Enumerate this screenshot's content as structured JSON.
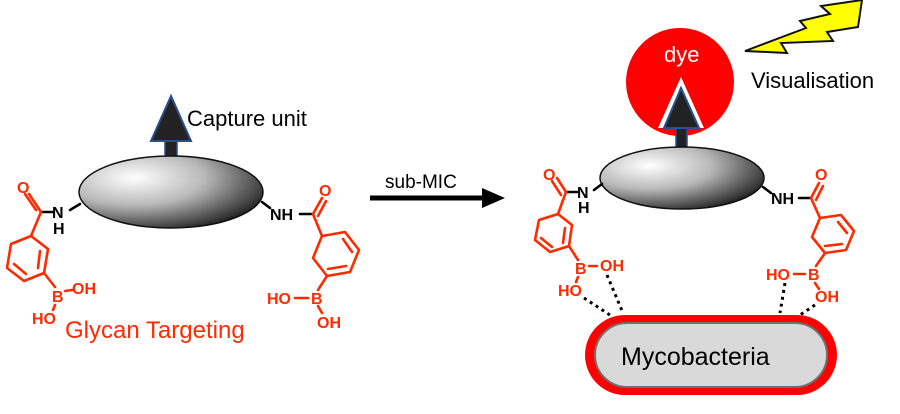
{
  "diagram": {
    "left_panel": {
      "capture_label": "Capture unit",
      "targeting_label": "Glycan Targeting",
      "amide_left": {
        "n": "N",
        "h": "H",
        "o": "O"
      },
      "amide_right": {
        "nh": "NH",
        "o": "O"
      },
      "boronic_left": {
        "b": "B",
        "oh1": "OH",
        "oh2": "HO"
      },
      "boronic_right": {
        "b": "B",
        "oh1": "HO",
        "oh2": "OH"
      }
    },
    "reaction_arrow": {
      "label": "sub-MIC"
    },
    "right_panel": {
      "dye_label": "dye",
      "visualisation_label": "Visualisation",
      "bacteria_label": "Mycobacteria",
      "amide_left": {
        "n": "N",
        "h": "H",
        "o": "O"
      },
      "amide_right": {
        "nh": "NH",
        "o": "O"
      },
      "boronic_left": {
        "b": "B",
        "oh1": "OH",
        "oh2": "HO"
      },
      "boronic_right": {
        "b": "B",
        "oh1": "HO",
        "oh2": "OH"
      }
    },
    "colors": {
      "boronic_acid": "#ff2a00",
      "dye": "#ff0000",
      "lightning": "#ffff00",
      "bacteria_fill": "#d9d9d9",
      "bacteria_outline": "#ff0000",
      "arrow_outline": "#2a4f8f"
    }
  }
}
